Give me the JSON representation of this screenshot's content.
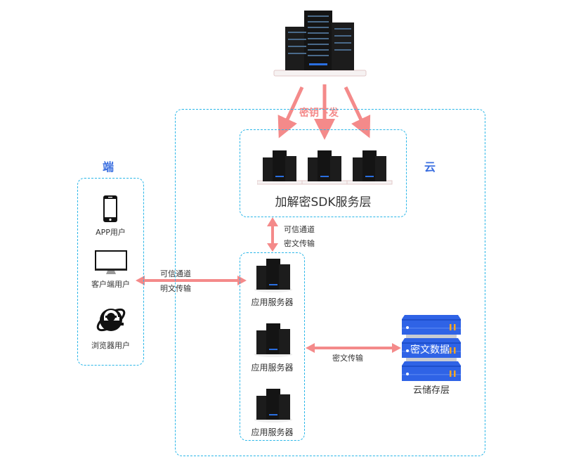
{
  "diagram": {
    "top": {
      "name": "key-management-server",
      "arrow_label": "密钥下发"
    },
    "client_section": {
      "title": "端",
      "items": [
        {
          "icon": "smartphone-icon",
          "label": "APP用户"
        },
        {
          "icon": "monitor-icon",
          "label": "客户端用户"
        },
        {
          "icon": "ie-browser-icon",
          "label": "浏览器用户"
        }
      ]
    },
    "cloud_section": {
      "title": "云",
      "sdk_layer": {
        "label": "加解密SDK服务层"
      },
      "sdk_to_app_link": {
        "line1": "可信通道",
        "line2": "密文传输"
      },
      "app_servers": [
        {
          "label": "应用服务器"
        },
        {
          "label": "应用服务器"
        },
        {
          "label": "应用服务器"
        }
      ],
      "storage": {
        "overlay_label": "密文数据",
        "label": "云储存层"
      },
      "app_to_storage_link": {
        "label": "密文传输"
      }
    },
    "client_to_app_link": {
      "line1": "可信通道",
      "line2": "明文传输"
    },
    "colors": {
      "dash_border": "#29b6e8",
      "arrow": "#f48a8a",
      "section_title": "#3b6fe0",
      "storage_blue": "#2f63e6",
      "storage_accent": "#f5a623"
    }
  }
}
